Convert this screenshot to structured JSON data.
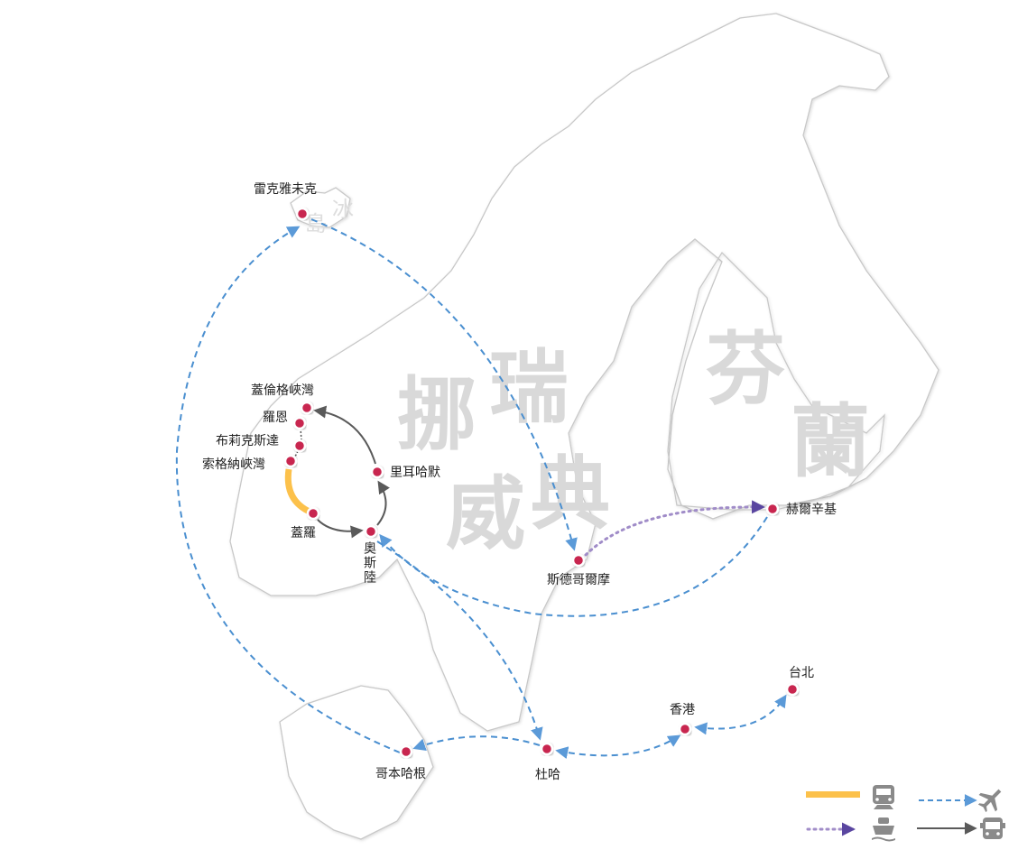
{
  "map": {
    "countries": [
      {
        "id": "norway",
        "chars": [
          "挪",
          "威"
        ]
      },
      {
        "id": "sweden",
        "chars": [
          "瑞",
          "典"
        ]
      },
      {
        "id": "finland",
        "chars": [
          "芬",
          "蘭"
        ]
      },
      {
        "id": "iceland",
        "chars": [
          "冰",
          "島"
        ]
      }
    ],
    "cities": [
      {
        "id": "reykjavik",
        "name": "雷克雅未克"
      },
      {
        "id": "geirangerfjord",
        "name": "蓋倫格峽灣"
      },
      {
        "id": "loen",
        "name": "羅恩"
      },
      {
        "id": "briksdal",
        "name": "布莉克斯達"
      },
      {
        "id": "sognefjord",
        "name": "索格納峽灣"
      },
      {
        "id": "geilo",
        "name": "蓋羅"
      },
      {
        "id": "lillehammer",
        "name": "里耳哈默"
      },
      {
        "id": "oslo",
        "name": "奧斯陸",
        "name_lines": [
          "奧",
          "斯",
          "陸"
        ]
      },
      {
        "id": "stockholm",
        "name": "斯德哥爾摩"
      },
      {
        "id": "helsinki",
        "name": "赫爾辛基"
      },
      {
        "id": "copenhagen",
        "name": "哥本哈根"
      },
      {
        "id": "doha",
        "name": "杜哈"
      },
      {
        "id": "hongkong",
        "name": "香港"
      },
      {
        "id": "taipei",
        "name": "台北"
      }
    ],
    "routes": [
      {
        "from": "sognefjord",
        "to": "geilo",
        "mode": "train"
      },
      {
        "from": "geilo",
        "to": "oslo",
        "mode": "bus"
      },
      {
        "from": "oslo",
        "to": "lillehammer",
        "mode": "bus"
      },
      {
        "from": "lillehammer",
        "to": "geirangerfjord",
        "mode": "bus"
      },
      {
        "from": "reykjavik",
        "to": "stockholm",
        "mode": "plane"
      },
      {
        "from": "copenhagen",
        "to": "reykjavik",
        "mode": "plane"
      },
      {
        "from": "helsinki",
        "to": "oslo",
        "mode": "plane"
      },
      {
        "from": "oslo",
        "to": "doha",
        "mode": "plane"
      },
      {
        "from": "doha",
        "to": "copenhagen",
        "mode": "plane"
      },
      {
        "from": "doha",
        "to": "hongkong",
        "mode": "plane",
        "bidirectional": true
      },
      {
        "from": "hongkong",
        "to": "taipei",
        "mode": "plane",
        "bidirectional": true
      },
      {
        "from": "stockholm",
        "to": "helsinki",
        "mode": "ferry"
      }
    ],
    "colors": {
      "train": "#fcc14b",
      "plane": "#4a8fd0",
      "ferry": "#6b55a8",
      "bus": "#5a5a5a",
      "city": "#c8254f"
    }
  },
  "legend": [
    {
      "mode": "train",
      "icon": "train-icon"
    },
    {
      "mode": "plane",
      "icon": "airplane-icon"
    },
    {
      "mode": "ferry",
      "icon": "ship-icon"
    },
    {
      "mode": "bus",
      "icon": "bus-icon"
    }
  ]
}
